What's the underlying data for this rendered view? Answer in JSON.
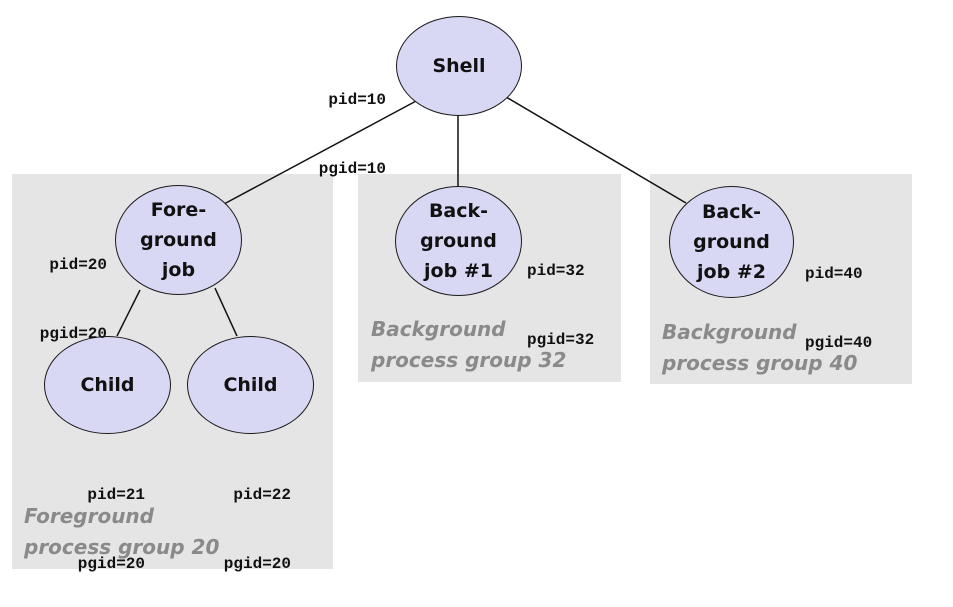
{
  "groups": {
    "foreground": "Foreground\nprocess group 20",
    "bg32": "Background\nprocess group 32",
    "bg40": "Background\nprocess group 40"
  },
  "nodes": {
    "shell": {
      "label": "Shell",
      "pid": "pid=10",
      "pgid": "pgid=10"
    },
    "foreground_job": {
      "label": "Fore-\nground\njob",
      "pid": "pid=20",
      "pgid": "pgid=20"
    },
    "background_job_1": {
      "label": "Back-\nground\njob #1",
      "pid": "pid=32",
      "pgid": "pgid=32"
    },
    "background_job_2": {
      "label": "Back-\nground\njob #2",
      "pid": "pid=40",
      "pgid": "pgid=40"
    },
    "child_1": {
      "label": "Child",
      "pid": "pid=21",
      "pgid": "pgid=20"
    },
    "child_2": {
      "label": "Child",
      "pid": "pid=22",
      "pgid": "pgid=20"
    }
  },
  "colors": {
    "node_fill": "#d8d8f5",
    "group_fill": "#e5e5e5",
    "group_text": "#8a8a8a",
    "line": "#111111"
  }
}
